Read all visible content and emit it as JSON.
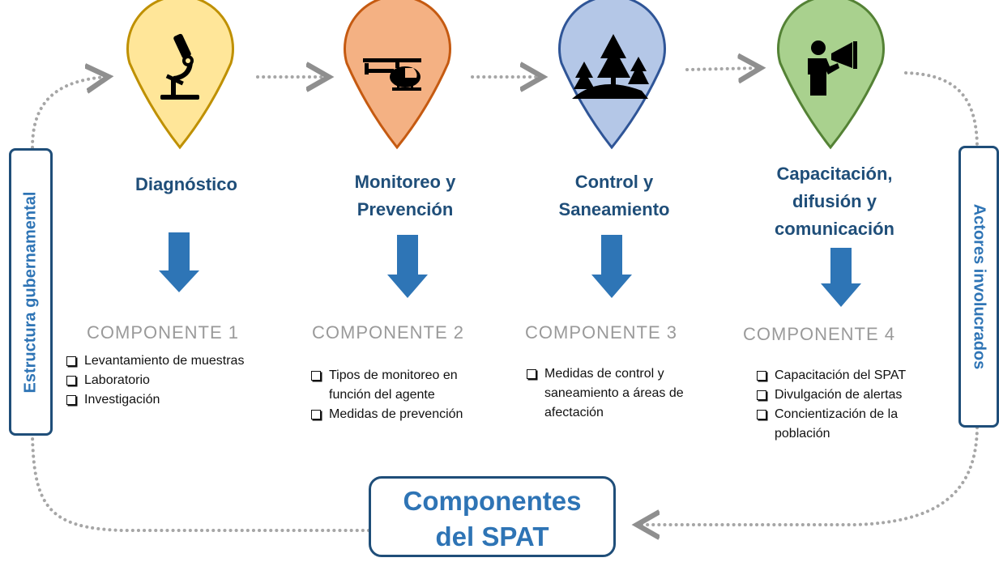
{
  "diagram": {
    "left_label": "Estructura gubernamental",
    "right_label": "Actores involucrados",
    "bottom_title": "Componentes\ndel SPAT",
    "steps": [
      {
        "title": "Diagnóstico",
        "icon": "microscope-icon",
        "color": "#FFE699",
        "border": "#BF9000",
        "component": "COMPONENTE  1",
        "items": [
          "Levantamiento de muestras",
          "Laboratorio",
          "Investigación"
        ]
      },
      {
        "title": "Monitoreo y\nPrevención",
        "icon": "helicopter-icon",
        "color": "#F4B183",
        "border": "#C55A11",
        "component": "COMPONENTE  2",
        "items": [
          "Tipos de monitoreo en función del agente",
          "Medidas de prevención"
        ]
      },
      {
        "title": "Control y\nSaneamiento",
        "icon": "forest-icon",
        "color": "#B4C7E7",
        "border": "#2F5597",
        "component": "COMPONENTE  3",
        "items": [
          "Medidas de control y saneamiento a áreas de afectación"
        ]
      },
      {
        "title": "Capacitación,\ndifusión y\ncomunicación",
        "icon": "megaphone-person-icon",
        "color": "#A9D18E",
        "border": "#548235",
        "component": "COMPONENTE  4",
        "items": [
          "Capacitación del SPAT",
          "Divulgación de alertas",
          "Concientización de la población"
        ]
      }
    ],
    "colors": {
      "title": "#1F4E79",
      "arrow": "#2E75B6",
      "dots": "#A6A6A6"
    }
  }
}
